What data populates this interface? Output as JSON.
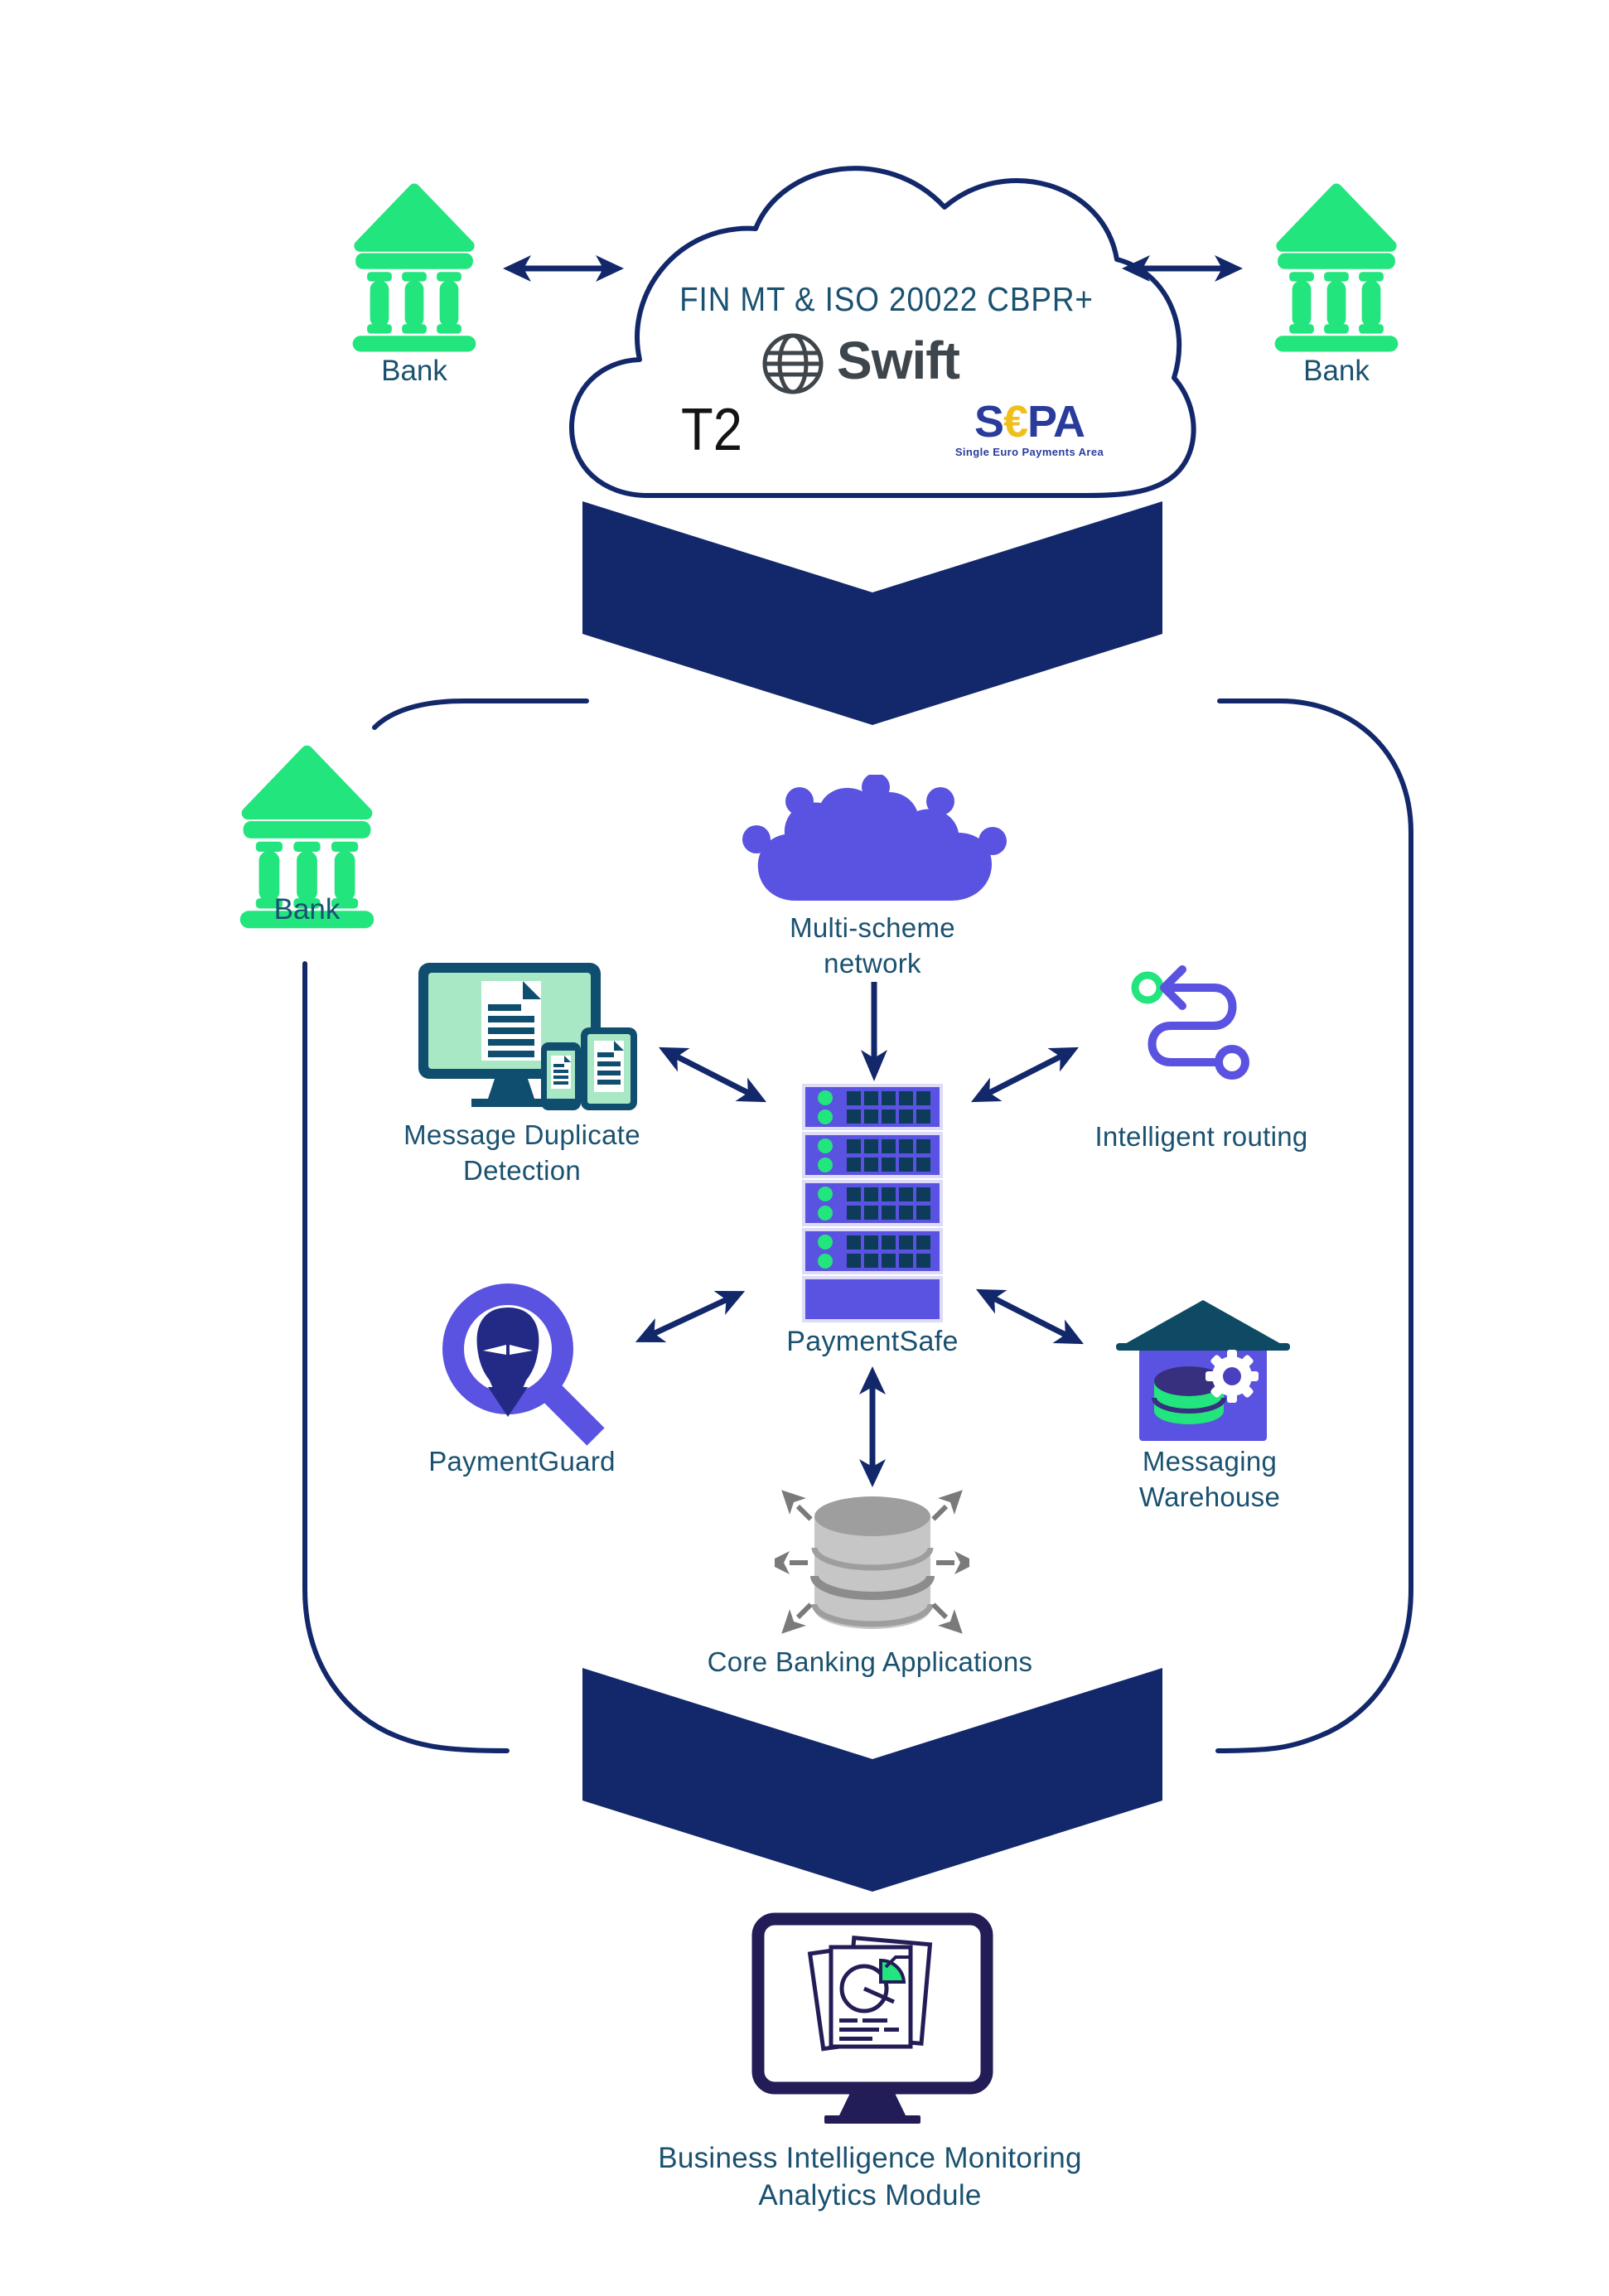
{
  "colors": {
    "navy": "#13286B",
    "label_teal": "#1A5170",
    "green": "#22E57E",
    "purple": "#5A52E0",
    "device_teal": "#0F4E6E",
    "screen_green": "#A9E8C4",
    "roof_teal": "#0E4A63",
    "server_cell_navy": "#0D3B5A",
    "spy_navy": "#232A85",
    "db_gray": "#C6C6C6",
    "db_gray_dark": "#9E9E9E",
    "arrow_gray": "#7A7A7A",
    "monitor_indigo": "#231D57",
    "swift_charcoal": "#3E464C",
    "sepa_blue": "#2A3B9C",
    "sepa_yellow": "#F0C019"
  },
  "icons": {
    "bank": "bank-building-icon",
    "cloud": "cloud-outline-icon",
    "swift_globe": "swift-globe-icon",
    "double_arrow": "double-headed-arrow-icon",
    "chevron": "chevron-down-icon",
    "multischeme_cloud": "network-cloud-icon",
    "server": "server-rack-icon",
    "devices": "devices-documents-icon",
    "route": "routing-path-icon",
    "spy_magnifier": "spy-magnifier-icon",
    "warehouse": "warehouse-database-gear-icon",
    "database": "database-cylinder-icon",
    "monitor": "analytics-monitor-icon"
  },
  "top": {
    "bank_left_label": "Bank",
    "bank_right_label": "Bank",
    "cloud": {
      "scheme_label": "FIN MT & ISO 20022 CBPR+",
      "swift_label": "Swift",
      "t2_label": "T2",
      "sepa_s": "S",
      "sepa_euro": "€",
      "sepa_pa": "PA",
      "sepa_subtitle": "Single Euro Payments Area"
    }
  },
  "middle": {
    "bank_label": "Bank",
    "multischeme": {
      "line1": "Multi-scheme",
      "line2": "network"
    },
    "paymentsafe_label": "PaymentSafe",
    "mdd": {
      "line1": "Message Duplicate",
      "line2": "Detection"
    },
    "routing_label": "Intelligent routing",
    "guard_label": "PaymentGuard",
    "warehouse_label": "Messaging Warehouse",
    "core_label": "Core Banking Applications"
  },
  "bottom": {
    "line1": "Business Intelligence Monitoring",
    "line2": "Analytics Module"
  }
}
